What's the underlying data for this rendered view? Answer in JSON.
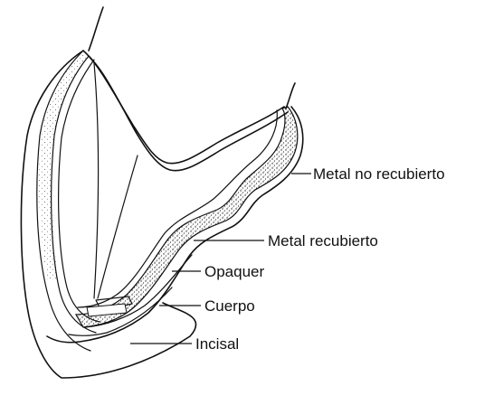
{
  "diagram": {
    "labels": {
      "metal_no_recubierto": "Metal no recubierto",
      "metal_recubierto": "Metal recubierto",
      "opaquer": "Opaquer",
      "cuerpo": "Cuerpo",
      "incisal": "Incisal"
    },
    "colors": {
      "ink": "#111111",
      "background": "#ffffff",
      "stipple": "#222222"
    }
  }
}
